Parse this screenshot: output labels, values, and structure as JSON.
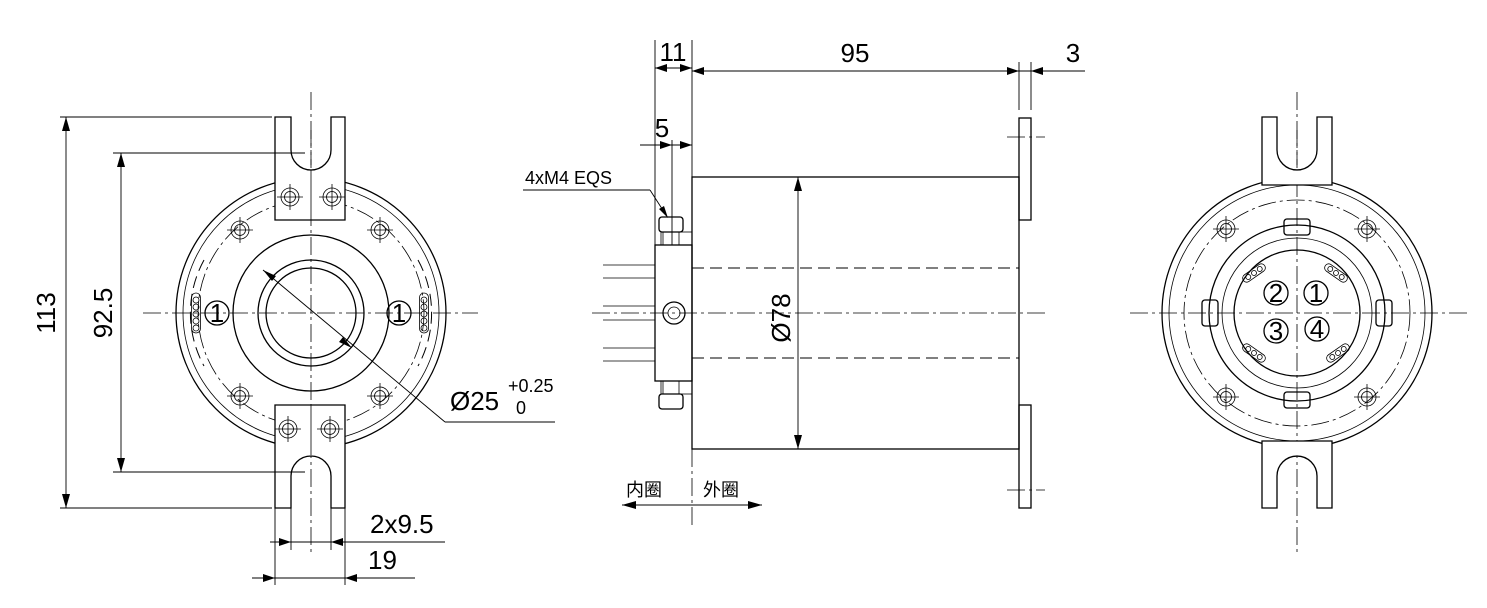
{
  "front_view": {
    "dim_overall_height": "113",
    "dim_mount_spacing": "92.5",
    "dim_bore": "Ø25",
    "bore_tol_upper": "+0.25",
    "bore_tol_lower": "0",
    "dim_slot": "2x9.5",
    "dim_tab_width": "19",
    "marker_left": "1",
    "marker_right": "1"
  },
  "side_view": {
    "dim_flange": "11",
    "dim_body": "95",
    "dim_rear_flange": "3",
    "dim_step": "5",
    "screw_note": "4xM4 EQS",
    "dim_diameter": "Ø78",
    "label_inner": "内圈",
    "label_outer": "外圈"
  },
  "rear_view": {
    "markers": [
      "2",
      "1",
      "3",
      "4"
    ]
  }
}
